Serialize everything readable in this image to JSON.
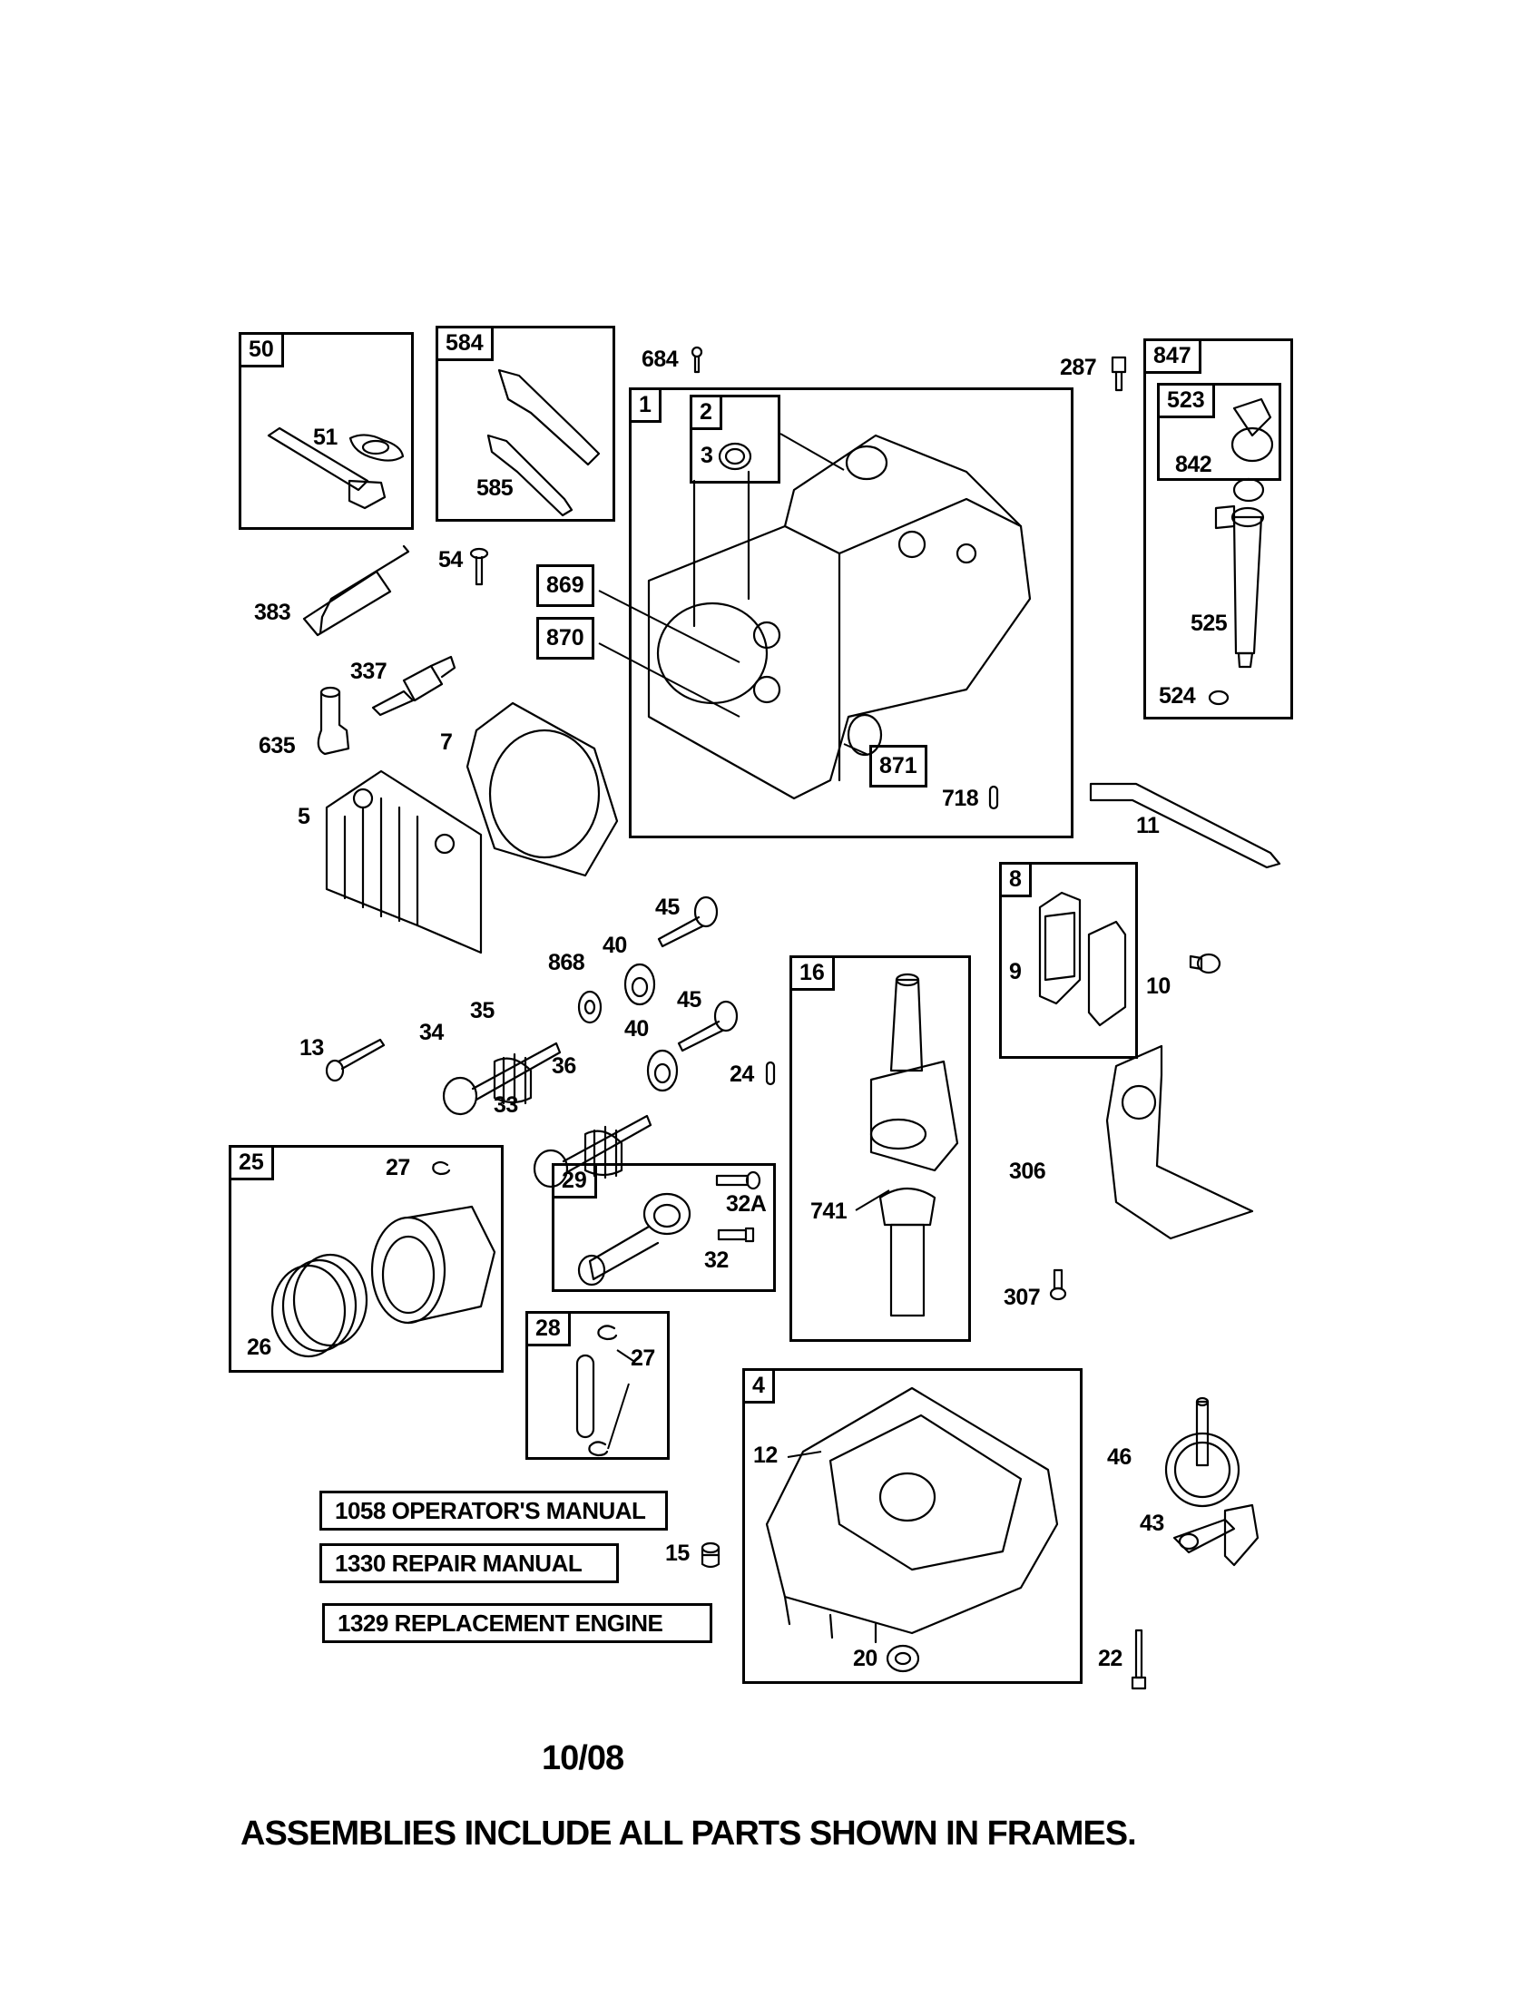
{
  "diagram": {
    "type": "exploded-parts-diagram",
    "subject": "Engine parts (cylinder, crankshaft, sump, valves, piston)",
    "frames": [
      {
        "id": "50",
        "parts": [
          "51"
        ]
      },
      {
        "id": "584",
        "parts": [
          "585"
        ]
      },
      {
        "id": "1",
        "parts": [
          "2",
          "3",
          "869",
          "870",
          "871",
          "718"
        ]
      },
      {
        "id": "2",
        "parts": [
          "3"
        ]
      },
      {
        "id": "847",
        "parts": [
          "523",
          "842",
          "525",
          "524"
        ]
      },
      {
        "id": "523",
        "parts": [
          "842"
        ]
      },
      {
        "id": "8",
        "parts": [
          "9"
        ]
      },
      {
        "id": "16",
        "parts": [
          "741"
        ]
      },
      {
        "id": "25",
        "parts": [
          "27",
          "26"
        ]
      },
      {
        "id": "29",
        "parts": [
          "32A",
          "32"
        ]
      },
      {
        "id": "28",
        "parts": [
          "27"
        ]
      },
      {
        "id": "4",
        "parts": [
          "12",
          "20"
        ]
      }
    ],
    "frame_labels": {
      "f50": "50",
      "f584": "584",
      "f1": "1",
      "f2": "2",
      "f847": "847",
      "f523": "523",
      "f8": "8",
      "f16": "16",
      "f25": "25",
      "f29": "29",
      "f28": "28",
      "f4": "4"
    },
    "boxed_callouts": {
      "b869": "869",
      "b870": "870",
      "b871": "871"
    },
    "callouts": {
      "c51": "51",
      "c585": "585",
      "c684": "684",
      "c287": "287",
      "c3": "3",
      "c842": "842",
      "c525": "525",
      "c524": "524",
      "c54": "54",
      "c383": "383",
      "c337": "337",
      "c635": "635",
      "c7": "7",
      "c5": "5",
      "c718": "718",
      "c11": "11",
      "c45a": "45",
      "c40a": "40",
      "c868": "868",
      "c45b": "45",
      "c40b": "40",
      "c35": "35",
      "c34": "34",
      "c13": "13",
      "c36": "36",
      "c33": "33",
      "c24": "24",
      "c9": "9",
      "c10": "10",
      "c306": "306",
      "c307": "307",
      "c741": "741",
      "c27a": "27",
      "c26": "26",
      "c32A": "32A",
      "c32": "32",
      "c27b": "27",
      "c12": "12",
      "c46": "46",
      "c43": "43",
      "c15": "15",
      "c20": "20",
      "c22": "22"
    },
    "manuals": {
      "operators": "1058 OPERATOR'S MANUAL",
      "repair": "1330 REPAIR MANUAL",
      "replacement": "1329 REPLACEMENT ENGINE"
    },
    "footer": {
      "date": "10/08",
      "note": "ASSEMBLIES INCLUDE ALL PARTS SHOWN IN FRAMES."
    }
  }
}
